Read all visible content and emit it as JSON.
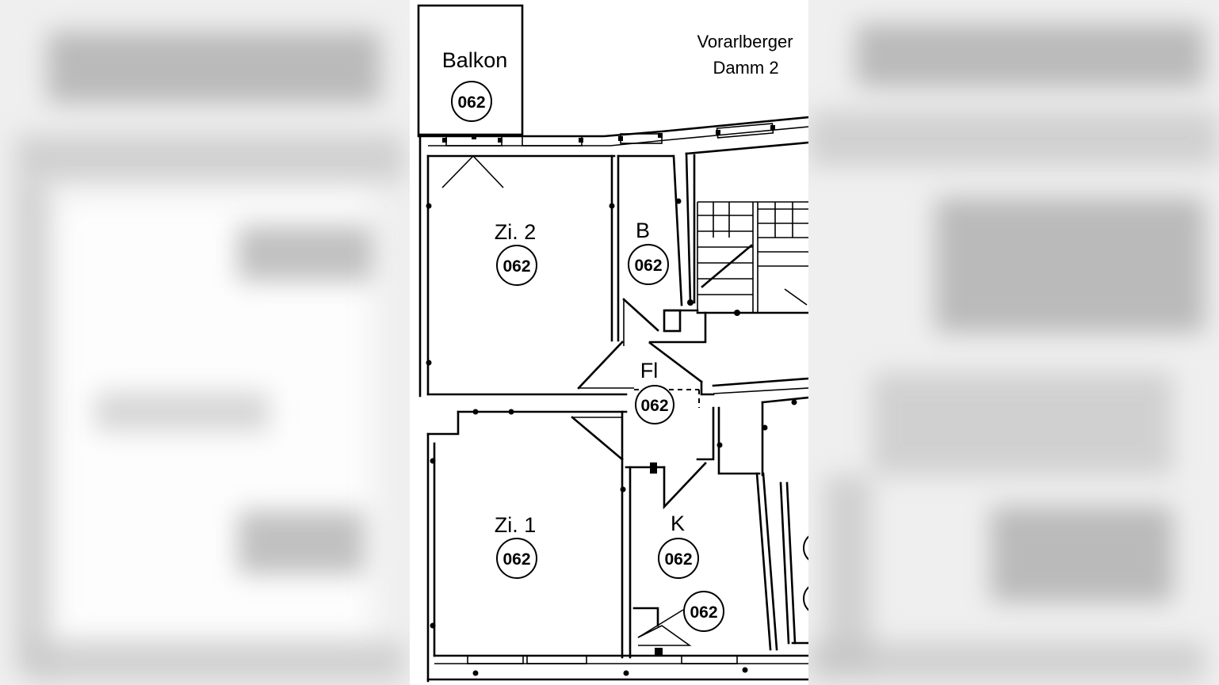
{
  "address": {
    "line1": "Vorarlberger",
    "line2": "Damm 2"
  },
  "rooms": {
    "balkon": {
      "label": "Balkon",
      "number": "062"
    },
    "zi2": {
      "label": "Zi. 2",
      "number": "062"
    },
    "b": {
      "label": "B",
      "number": "062"
    },
    "fl": {
      "label": "Fl",
      "number": "062"
    },
    "zi1": {
      "label": "Zi. 1",
      "number": "062"
    },
    "k": {
      "label": "K",
      "number": "062"
    }
  },
  "markers": {
    "kitchen_fixture": {
      "number": "062"
    }
  },
  "colors": {
    "line": "#000000",
    "paper": "#ffffff",
    "backdrop": "#efefef"
  }
}
